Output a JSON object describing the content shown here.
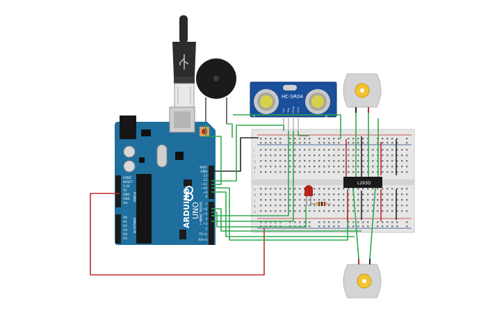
{
  "arduino": {
    "brand": "ARDUINO",
    "model": "UNO",
    "power_header_label": "POWER",
    "analog_header_label": "ANALOG IN",
    "digital_header_label": "DIGITAL (PWM~)",
    "power_pins": [
      "IOREF",
      "RESET",
      "3.3V",
      "5V",
      "GND",
      "GND",
      "Vin"
    ],
    "analog_pins": [
      "A0",
      "A1",
      "A2",
      "A3",
      "A4",
      "A5"
    ],
    "digital_pins_top": [
      "AREF",
      "GND",
      "13",
      "12",
      "~11",
      "~10",
      "~9",
      "8"
    ],
    "digital_pins_bottom": [
      "7",
      "~6",
      "~5",
      "4",
      "~3",
      "2",
      "TX→1",
      "RX←0"
    ]
  },
  "sensor": {
    "label": "HC-SR04",
    "pins": [
      "Vcc",
      "Trig",
      "Echo",
      "Gnd"
    ],
    "left_mark": "T",
    "right_mark": "R"
  },
  "driver": {
    "label": "L293D"
  },
  "breadboard": {
    "rows_top": [
      "j",
      "i",
      "h",
      "g",
      "f"
    ],
    "rows_bottom": [
      "e",
      "d",
      "c",
      "b",
      "a"
    ]
  },
  "colors": {
    "arduino_board": "#1f6f9e",
    "breadboard": "#e6e6e6",
    "wire_green": "#2fa84f",
    "wire_red": "#c0282d",
    "wire_black": "#222222",
    "sensor_board": "#1a4f9c",
    "led": "#b3231c"
  }
}
